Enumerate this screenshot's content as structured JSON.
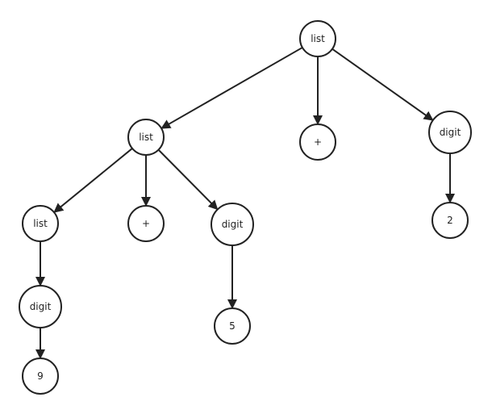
{
  "diagram": {
    "type": "parse-tree",
    "nodes": [
      {
        "id": "n1",
        "label": "list"
      },
      {
        "id": "n2",
        "label": "list"
      },
      {
        "id": "n3",
        "label": "+"
      },
      {
        "id": "n4",
        "label": "digit"
      },
      {
        "id": "n5",
        "label": "2"
      },
      {
        "id": "n6",
        "label": "list"
      },
      {
        "id": "n7",
        "label": "+"
      },
      {
        "id": "n8",
        "label": "digit"
      },
      {
        "id": "n9",
        "label": "5"
      },
      {
        "id": "n10",
        "label": "digit"
      },
      {
        "id": "n11",
        "label": "9"
      }
    ],
    "edges": [
      {
        "from": "n1",
        "to": "n2"
      },
      {
        "from": "n1",
        "to": "n3"
      },
      {
        "from": "n1",
        "to": "n4"
      },
      {
        "from": "n4",
        "to": "n5"
      },
      {
        "from": "n2",
        "to": "n6"
      },
      {
        "from": "n2",
        "to": "n7"
      },
      {
        "from": "n2",
        "to": "n8"
      },
      {
        "from": "n8",
        "to": "n9"
      },
      {
        "from": "n6",
        "to": "n10"
      },
      {
        "from": "n10",
        "to": "n11"
      }
    ],
    "colors": {
      "stroke": "#222222",
      "fill": "#ffffff",
      "text": "#222222"
    }
  }
}
